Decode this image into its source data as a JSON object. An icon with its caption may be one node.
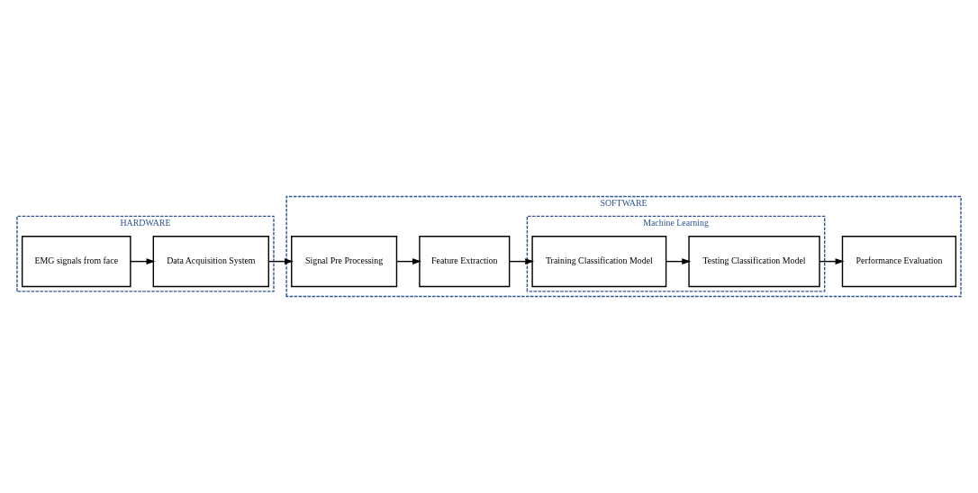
{
  "diagram": {
    "nodes": [
      {
        "text": [
          "HARDWARE"
        ]
      },
      {
        "text": [
          "EMG signals from face"
        ],
        "in": 0
      },
      {
        "text": [
          "Data Acquisition System"
        ],
        "in": 0
      },
      {
        "text": [
          "SOFTWARE"
        ]
      },
      {
        "text": [
          "Signal Pre Processing"
        ],
        "in": 3
      },
      {
        "text": [
          "Feature Extraction"
        ],
        "in": 3
      },
      {
        "text": [
          "Machine Learning"
        ],
        "in": 3
      },
      {
        "text": [
          "Training Classification Model"
        ],
        "in": 6
      },
      {
        "text": [
          "Testing Classification Model"
        ],
        "in": 6
      },
      {
        "text": [
          "Performance Evaluation"
        ],
        "in": 3
      }
    ],
    "edges": [
      {
        "from": 1,
        "to": 2,
        "arrow": "to"
      },
      {
        "from": 2,
        "to": 4,
        "arrow": "to"
      },
      {
        "from": 4,
        "to": 5,
        "arrow": "to"
      },
      {
        "from": 5,
        "to": 7,
        "arrow": "to"
      },
      {
        "from": 7,
        "to": 8,
        "arrow": "to"
      },
      {
        "from": 8,
        "to": 9,
        "arrow": "to"
      }
    ]
  }
}
